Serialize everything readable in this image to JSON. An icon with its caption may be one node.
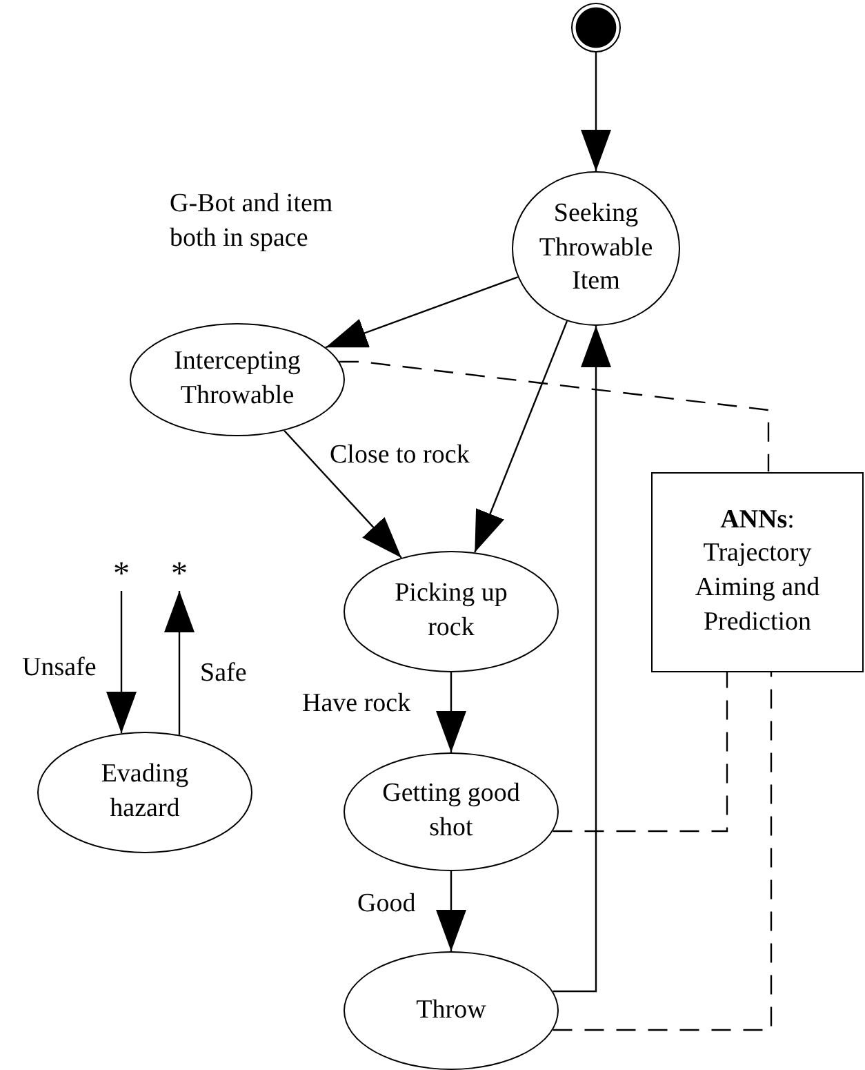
{
  "diagram": {
    "nodes": [
      {
        "text": [],
        "shape": "circle"
      },
      {
        "text": [
          "Seeking Throwable Item"
        ]
      },
      {
        "text": [
          "Intercepting Throwable"
        ]
      },
      {
        "text": [
          "Picking up rock"
        ]
      },
      {
        "text": [
          "Getting good shot"
        ]
      },
      {
        "text": [
          "Throw"
        ]
      },
      {
        "text": [
          "Evading hazard"
        ]
      },
      {
        "text": [
          "**ANNs**:",
          "Trajectory Aiming and Prediction"
        ]
      },
      {
        "text": [
          "*"
        ]
      },
      {
        "text": [
          "*"
        ]
      }
    ],
    "edges": [
      {
        "from": 0,
        "to": 1,
        "arrow": "to"
      },
      {
        "from": 1,
        "to": 2,
        "arrow": "to",
        "label": "G-Bot and item both in space"
      },
      {
        "from": 2,
        "to": 3,
        "arrow": "to",
        "label": "Close to rock"
      },
      {
        "from": 1,
        "to": 3,
        "arrow": "to"
      },
      {
        "from": 3,
        "to": 4,
        "arrow": "to",
        "label": "Have rock"
      },
      {
        "from": 4,
        "to": 5,
        "arrow": "to",
        "label": "Good"
      },
      {
        "from": 5,
        "to": 1,
        "arrow": "to"
      },
      {
        "from": 8,
        "to": 6,
        "arrow": "to",
        "label": "Unsafe"
      },
      {
        "from": 6,
        "to": 9,
        "arrow": "to",
        "label": "Safe"
      },
      {
        "from": 2,
        "to": 7,
        "arrow": "none",
        "style": "dashed"
      },
      {
        "from": 4,
        "to": 7,
        "arrow": "none",
        "style": "dashed"
      },
      {
        "from": 5,
        "to": 7,
        "arrow": "none",
        "style": "dashed"
      }
    ]
  }
}
